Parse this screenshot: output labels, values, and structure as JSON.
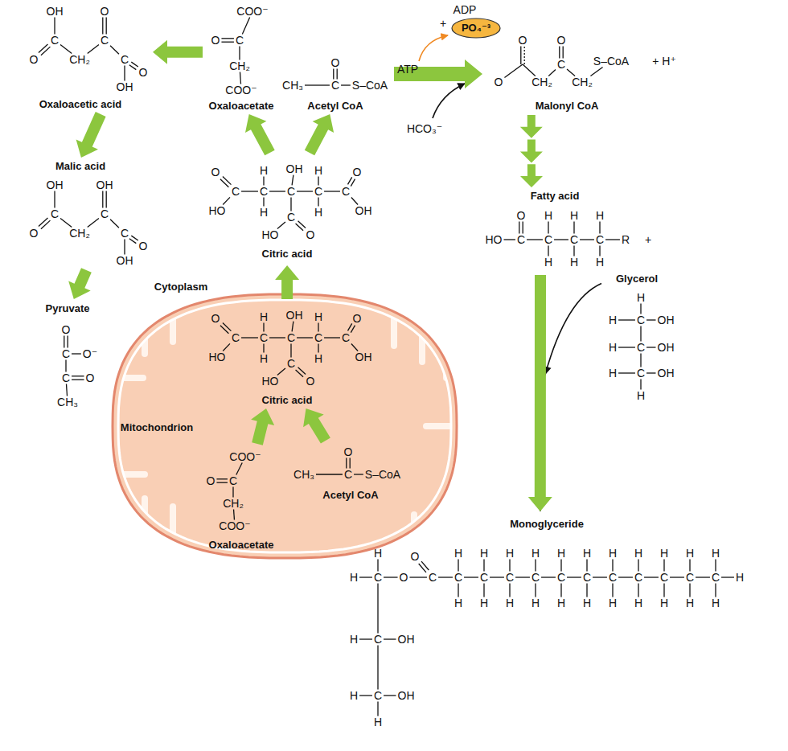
{
  "diagram": {
    "nodes": [
      {
        "text": [
          "Oxaloacetic acid"
        ]
      },
      {
        "text": [
          "Oxaloacetate"
        ]
      },
      {
        "text": [
          "Acetyl CoA"
        ]
      },
      {
        "text": [
          "PO₄⁻³"
        ]
      },
      {
        "text": [
          "Malonyl CoA"
        ]
      },
      {
        "text": [
          "Malic acid"
        ]
      },
      {
        "text": [
          "Citric acid"
        ]
      },
      {
        "text": [
          "Fatty acid"
        ]
      },
      {
        "text": [
          "Pyruvate"
        ]
      },
      {
        "text": [
          "Glycerol"
        ]
      },
      {
        "text": [
          "Mitochondrion"
        ]
      },
      {
        "text": [
          "Citric acid"
        ],
        "in": 10
      },
      {
        "text": [
          "Oxaloacetate"
        ],
        "in": 10
      },
      {
        "text": [
          "Acetyl CoA"
        ],
        "in": 10
      },
      {
        "text": [
          "Monoglyceride"
        ]
      }
    ],
    "edges": [
      {
        "from": 1,
        "to": 0,
        "arrow": "to"
      },
      {
        "from": 0,
        "to": 5,
        "arrow": "to"
      },
      {
        "from": 5,
        "to": 8,
        "arrow": "to"
      },
      {
        "from": 6,
        "to": 1,
        "arrow": "to"
      },
      {
        "from": 6,
        "to": 2,
        "arrow": "to"
      },
      {
        "from": 2,
        "to": 4,
        "arrow": "to"
      },
      {
        "from": 4,
        "to": 7,
        "arrow": "to"
      },
      {
        "from": 7,
        "to": 14,
        "arrow": "to"
      },
      {
        "from": 9,
        "to": 14,
        "arrow": "to"
      },
      {
        "from": 11,
        "to": 6,
        "arrow": "to"
      },
      {
        "from": 12,
        "to": 11,
        "arrow": "to"
      },
      {
        "from": 13,
        "to": 11,
        "arrow": "to"
      }
    ],
    "labels": [
      "OH",
      "O",
      "O",
      "C",
      "CH₂",
      "C",
      "C",
      "O",
      "OH",
      "COO⁻",
      "O",
      "C",
      "CH₂",
      "COO⁻",
      "O",
      "CH₃",
      "C",
      "S–CoA",
      "ATP",
      "ADP",
      "+",
      "HCO₃⁻",
      "O",
      "O",
      "CH₂",
      "O",
      "C",
      "CH₂",
      "S–CoA",
      "+ H⁺",
      "OH",
      "OH",
      "O",
      "C",
      "CH₂",
      "C",
      "C",
      "O",
      "OH",
      "O",
      "C",
      "HO",
      "H",
      "C",
      "H",
      "OH",
      "C",
      "H",
      "C",
      "H",
      "C",
      "O",
      "OH",
      "C",
      "HO",
      "O",
      "O",
      "HO",
      "C",
      "H",
      "C",
      "H",
      "H",
      "C",
      "H",
      "H",
      "C",
      "H",
      "R",
      "+",
      "Cytoplasm",
      "O",
      "C",
      "O⁻",
      "C",
      "O",
      "CH₃",
      "H",
      "H",
      "C",
      "OH",
      "H",
      "C",
      "OH",
      "H",
      "C",
      "OH",
      "H",
      "O",
      "C",
      "HO",
      "H",
      "C",
      "H",
      "OH",
      "C",
      "H",
      "C",
      "H",
      "C",
      "O",
      "OH",
      "C",
      "HO",
      "O",
      "COO⁻",
      "O",
      "C",
      "CH₂",
      "COO⁻",
      "O",
      "CH₃",
      "C",
      "S–CoA",
      "H",
      "H",
      "C",
      "O",
      "O",
      "C",
      "H",
      "C",
      "H",
      "H",
      "C",
      "H",
      "H",
      "C",
      "H",
      "H",
      "C",
      "H",
      "H",
      "C",
      "H",
      "H",
      "C",
      "H",
      "H",
      "C",
      "H",
      "H",
      "C",
      "H",
      "H",
      "C",
      "H",
      "H",
      "C",
      "H",
      "H",
      "C",
      "H",
      "H",
      "H",
      "C",
      "OH",
      "H",
      "C",
      "OH",
      "H"
    ]
  }
}
